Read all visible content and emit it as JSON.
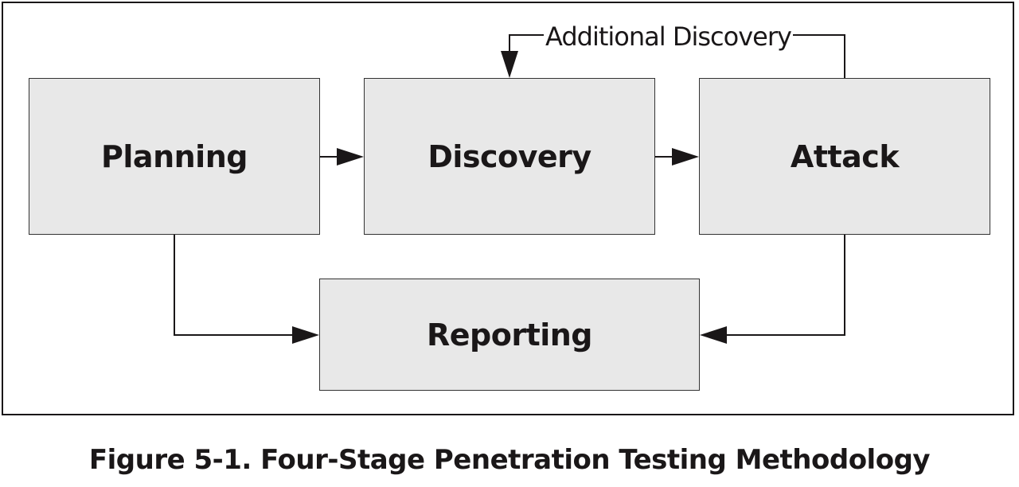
{
  "diagram": {
    "stages": {
      "planning": "Planning",
      "discovery": "Discovery",
      "attack": "Attack",
      "reporting": "Reporting"
    },
    "loop_label": "Additional Discovery",
    "caption": "Figure 5-1. Four-Stage Penetration Testing Methodology",
    "colors": {
      "box_fill": "#e8e8e8",
      "line": "#1a1718",
      "background": "#ffffff"
    }
  }
}
